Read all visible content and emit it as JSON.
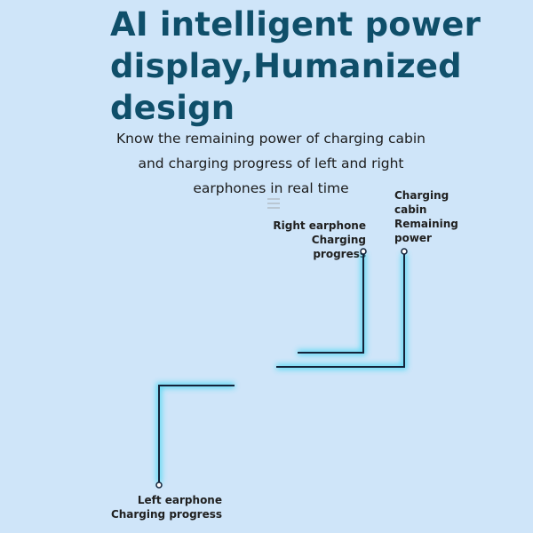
{
  "headline": {
    "line1": "AI intelligent power",
    "line2": "display,Humanized",
    "line3": "design"
  },
  "subtitle": {
    "line1": "Know the remaining power of charging cabin",
    "line2": "and charging progress of left and right",
    "line3": "earphones in real time"
  },
  "icons": {
    "menu": "menu-icon"
  },
  "callouts": {
    "right_earphone": {
      "line1": "Right earphone",
      "line2": "Charging progress"
    },
    "charging_cabin": {
      "line1": "Charging",
      "line2": "cabin",
      "line3": "Remaining",
      "line4": "power"
    },
    "left_earphone": {
      "line1": "Left earphone",
      "line2": "Charging progress"
    }
  },
  "colors": {
    "background": "#cfe5f9",
    "headline": "#0f4f6a",
    "line": "#13233a",
    "glow": "#33d6f2"
  }
}
